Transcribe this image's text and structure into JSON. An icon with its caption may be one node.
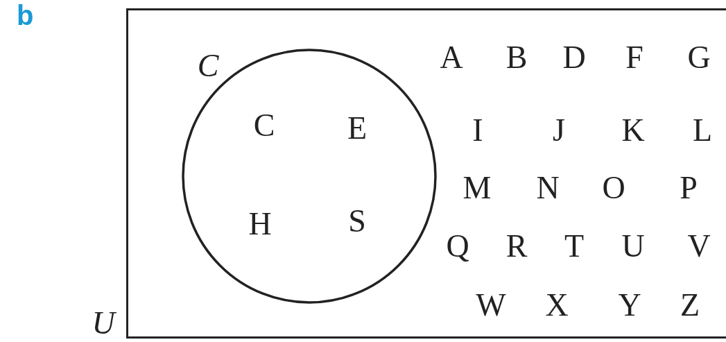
{
  "diagram": {
    "nodes": [
      {
        "text": [
          "U",
          "A",
          "B",
          "D",
          "F",
          "G",
          "I",
          "J",
          "K",
          "L",
          "M",
          "N",
          "O",
          "P",
          "Q",
          "R",
          "T",
          "U",
          "V",
          "W",
          "X",
          "Y",
          "Z"
        ]
      },
      {
        "text": [
          "C",
          "C",
          "E",
          "H",
          "S"
        ],
        "in": 0
      }
    ],
    "labels": [
      "b"
    ]
  }
}
